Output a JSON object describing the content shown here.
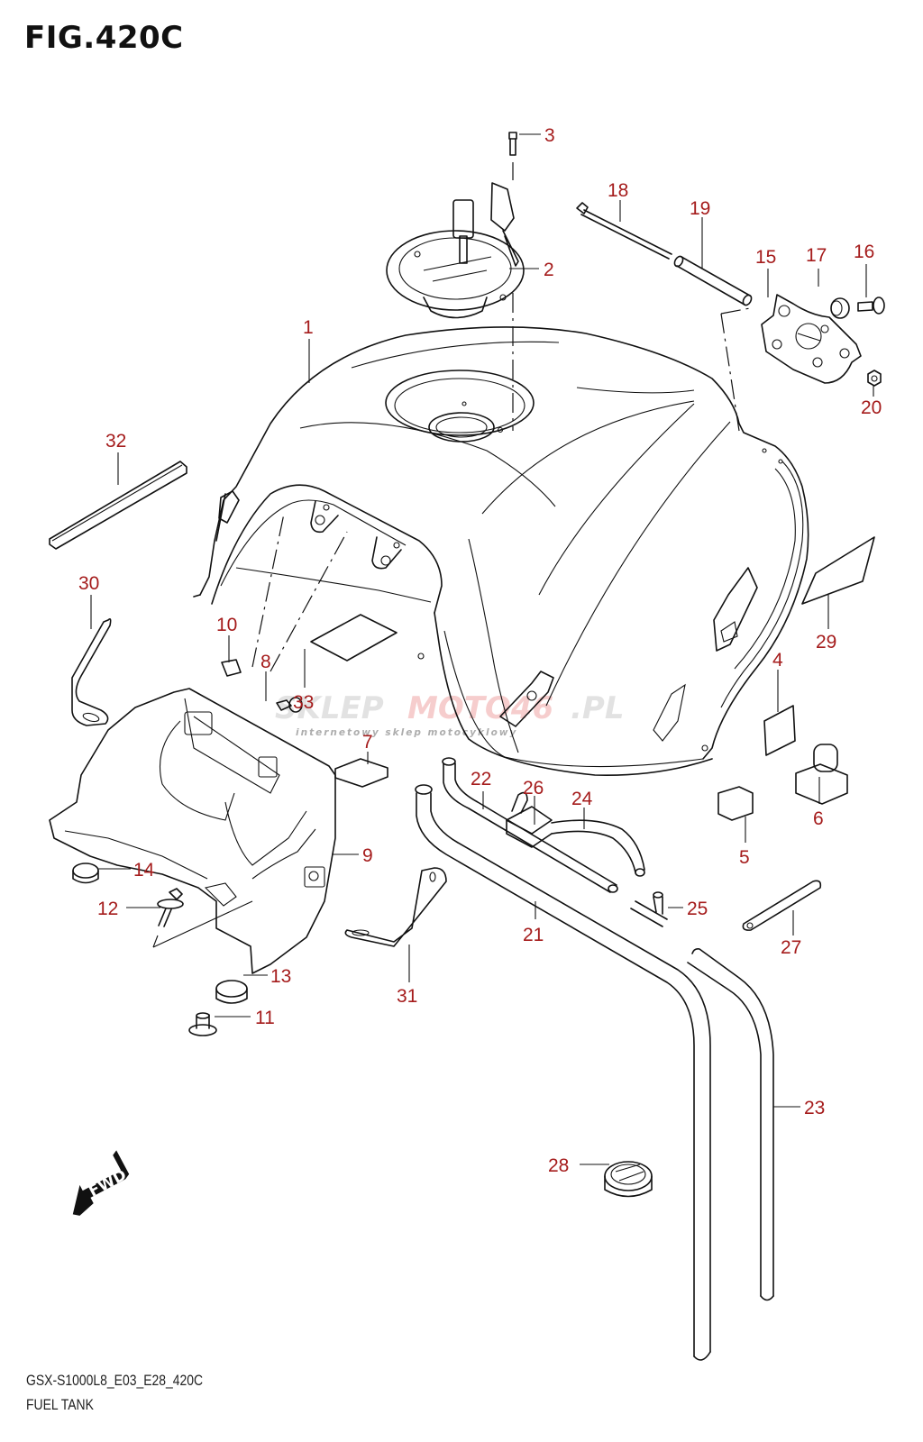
{
  "figure": {
    "title": "FIG.420C",
    "model_code": "GSX-S1000L8_E03_E28_420C",
    "section_name": "FUEL TANK",
    "callout_color": "#a51c1c",
    "line_color": "#111111"
  },
  "watermark": {
    "brand_gray": "SKLEP",
    "brand_red": "MOTO46",
    "brand_suffix": ".PL",
    "tagline": "internetowy sklep motocyklowy",
    "red": "#e05050",
    "gray": "#9a9a9a"
  },
  "direction_badge": {
    "icon": "fwd-arrow-icon",
    "label": "FWD"
  },
  "parts": [
    {
      "ref": "1",
      "part": "fuel-tank"
    },
    {
      "ref": "2",
      "part": "fuel-cap-assembly"
    },
    {
      "ref": "3",
      "part": "cap-screw"
    },
    {
      "ref": "4",
      "part": "pad"
    },
    {
      "ref": "5",
      "part": "cushion"
    },
    {
      "ref": "6",
      "part": "cushion-mount"
    },
    {
      "ref": "7",
      "part": "cushion"
    },
    {
      "ref": "8",
      "part": "bolt"
    },
    {
      "ref": "9",
      "part": "tank-bracket"
    },
    {
      "ref": "10",
      "part": "nut-clip"
    },
    {
      "ref": "11",
      "part": "collar"
    },
    {
      "ref": "12",
      "part": "bolt-with-washer"
    },
    {
      "ref": "13",
      "part": "cushion"
    },
    {
      "ref": "14",
      "part": "cushion"
    },
    {
      "ref": "15",
      "part": "hinge-bracket"
    },
    {
      "ref": "16",
      "part": "bolt"
    },
    {
      "ref": "17",
      "part": "cushion"
    },
    {
      "ref": "18",
      "part": "long-bolt"
    },
    {
      "ref": "19",
      "part": "spacer"
    },
    {
      "ref": "20",
      "part": "nut"
    },
    {
      "ref": "21",
      "part": "drain-hose"
    },
    {
      "ref": "22",
      "part": "breather-hose"
    },
    {
      "ref": "23",
      "part": "hose"
    },
    {
      "ref": "24",
      "part": "hose"
    },
    {
      "ref": "25",
      "part": "three-way-joint"
    },
    {
      "ref": "26",
      "part": "hose-protector"
    },
    {
      "ref": "27",
      "part": "clamp"
    },
    {
      "ref": "28",
      "part": "hose-clamp"
    },
    {
      "ref": "29",
      "part": "label"
    },
    {
      "ref": "30",
      "part": "bracket"
    },
    {
      "ref": "31",
      "part": "hose-guide"
    },
    {
      "ref": "32",
      "part": "seal-strip"
    },
    {
      "ref": "33",
      "part": "cushion-pad"
    }
  ]
}
